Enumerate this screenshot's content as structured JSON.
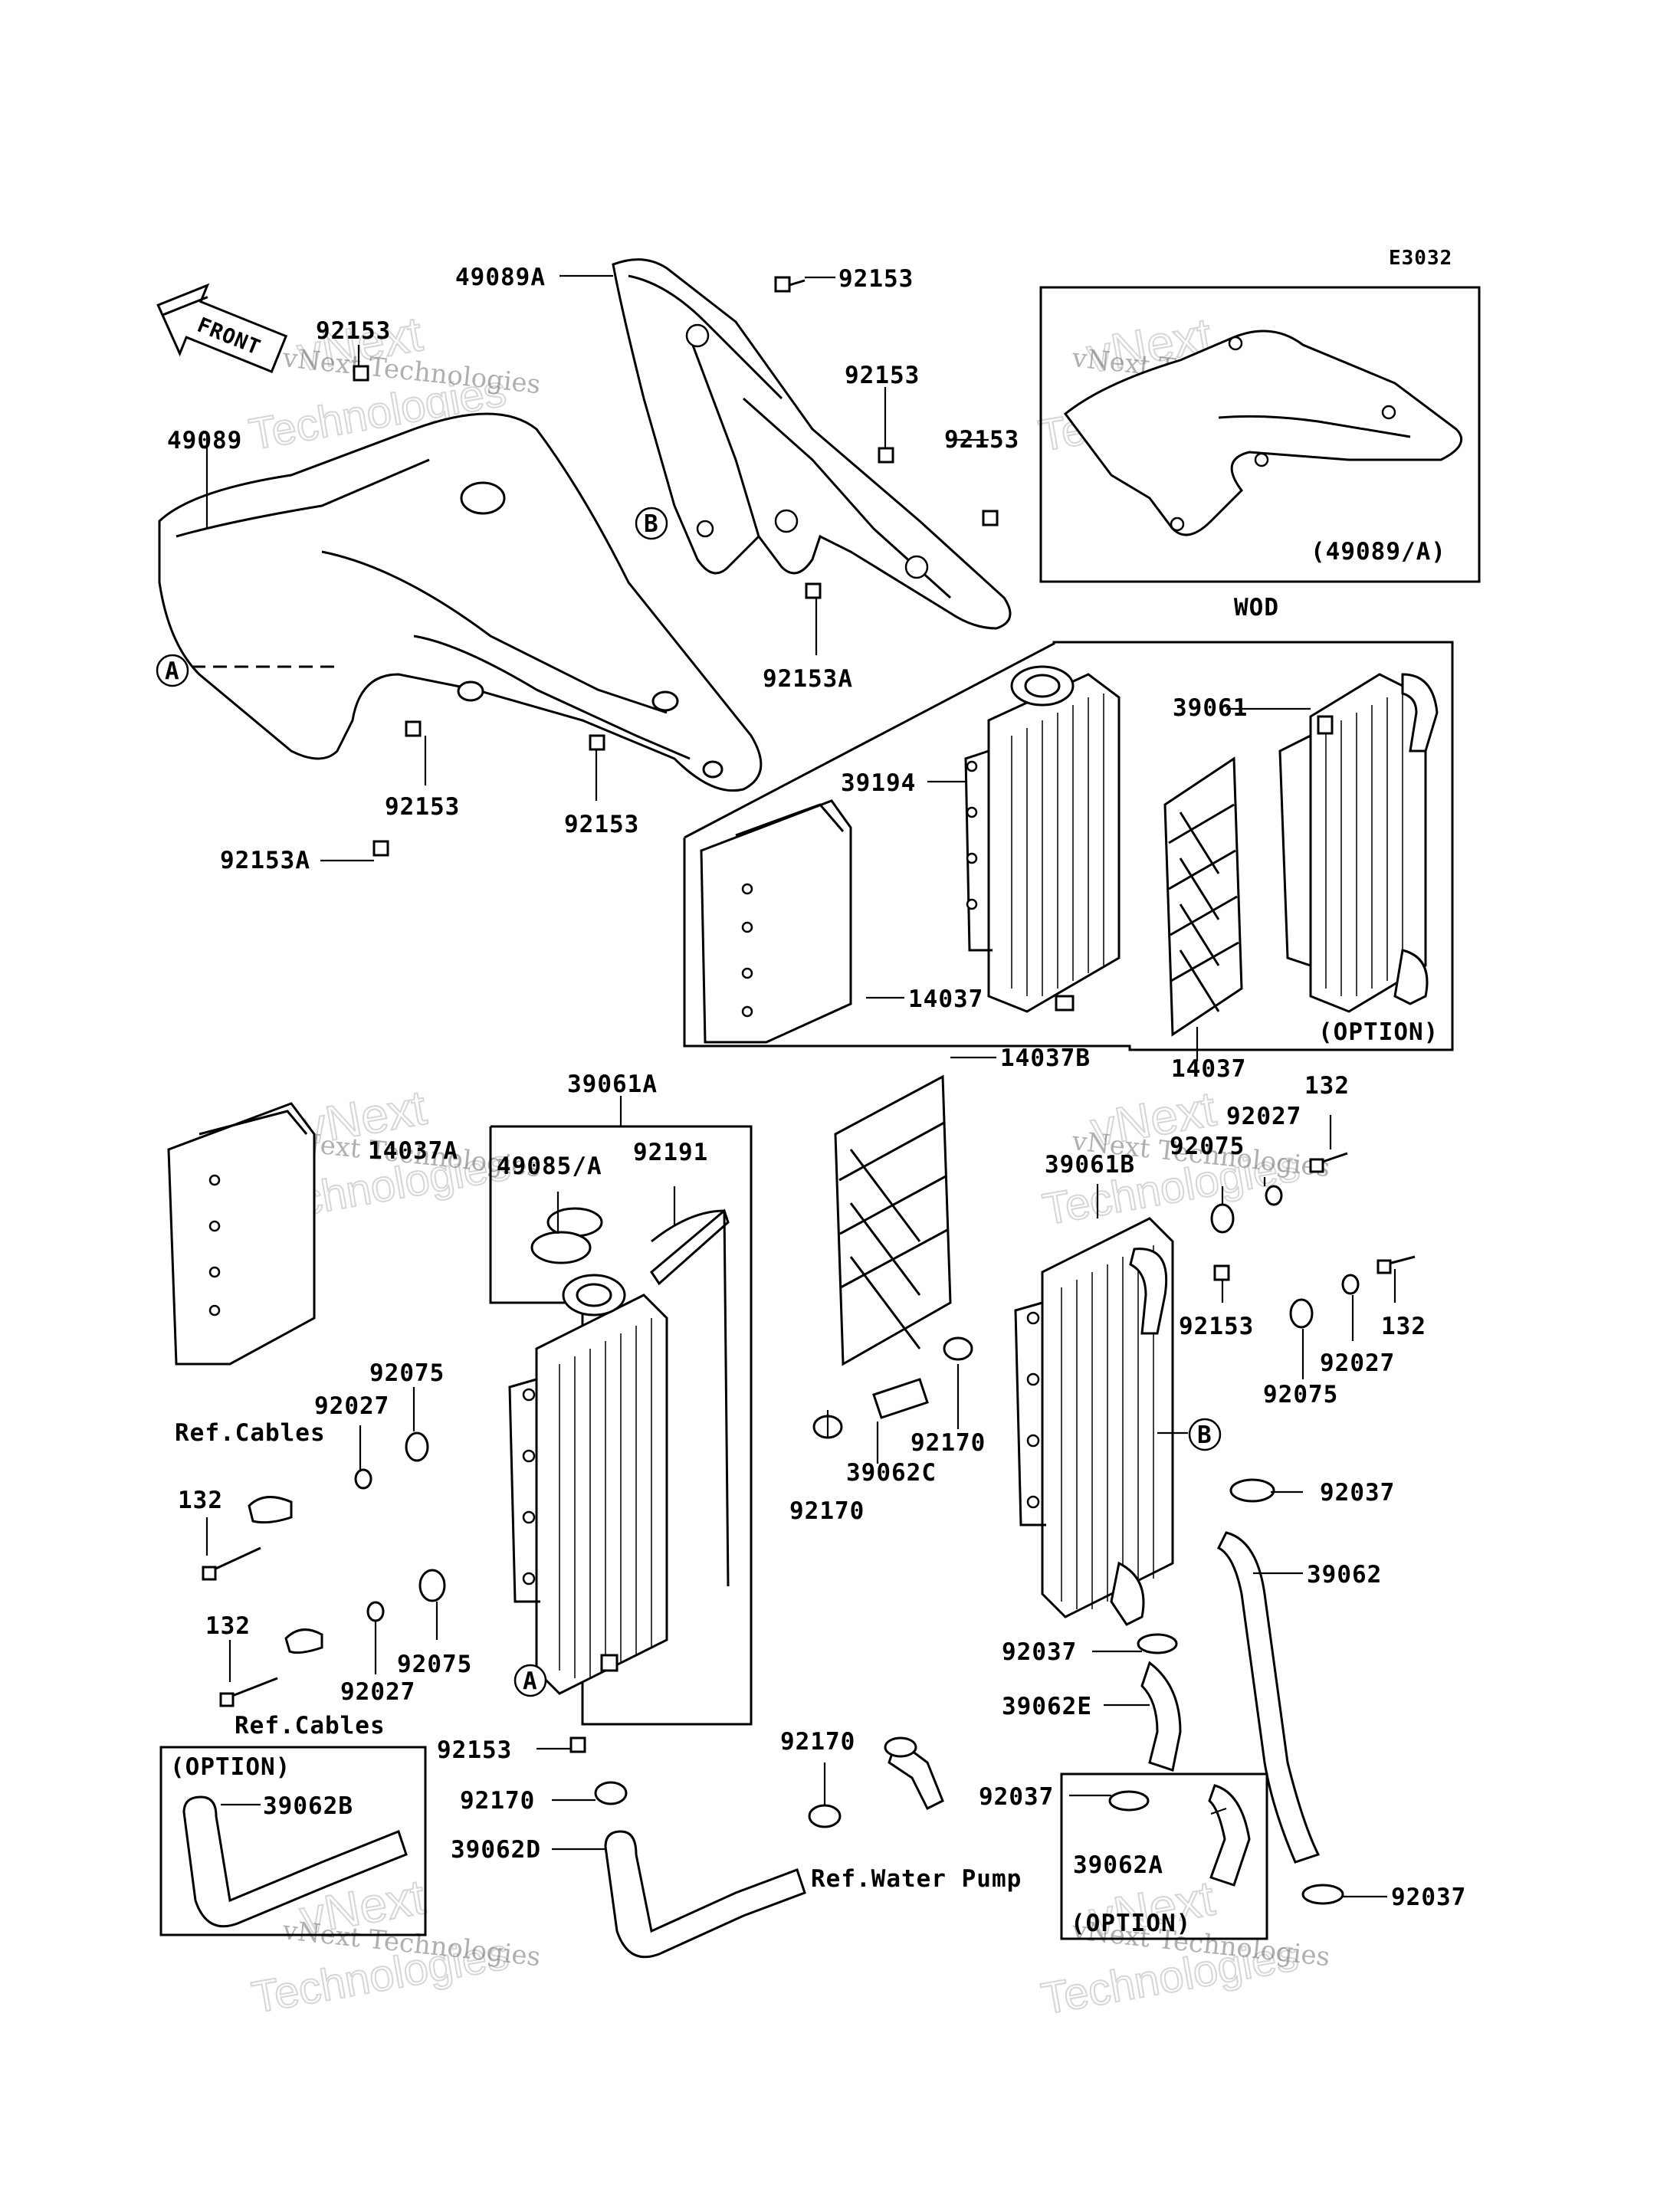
{
  "diagram_id": "E3032",
  "front_arrow": "FRONT",
  "callouts": {
    "A": "A",
    "B": "B"
  },
  "labels": {
    "l49089A": "49089A",
    "l92153_top": "92153",
    "l92153_a": "92153",
    "l92153_b": "92153",
    "l92153_c": "92153",
    "l49089": "49089",
    "l92153A_1": "92153A",
    "l92153_d": "92153",
    "l92153_e": "92153",
    "l92153A_2": "92153A",
    "l39061": "39061",
    "l39194": "39194",
    "l14037_a": "14037",
    "l14037_b": "14037",
    "l39061A": "39061A",
    "l14037B": "14037B",
    "l132_a": "132",
    "l14037A": "14037A",
    "l49085A": "49085/A",
    "l92191": "92191",
    "l92027_a": "92027",
    "l39061B": "39061B",
    "l92075_a": "92075",
    "l92153_f": "92153",
    "l132_b": "132",
    "l92027_b": "92027",
    "l92075_b": "92075",
    "l92075_c": "92075",
    "l92027_c": "92027",
    "l92170_a": "92170",
    "l39062C": "39062C",
    "l92170_b": "92170",
    "l92037_a": "92037",
    "l132_c": "132",
    "l39062": "39062",
    "l132_d": "132",
    "l92075_d": "92075",
    "l92027_d": "92027",
    "l92037_b": "92037",
    "l39062E": "39062E",
    "l92153_g": "92153",
    "l92170_c": "92170",
    "l92170_d": "92170",
    "l92037_c": "92037",
    "l39062D": "39062D",
    "l39062B": "39062B",
    "l39062A": "39062A",
    "l92037_d": "92037"
  },
  "boxes": {
    "wod_inset": "(49089/A)",
    "wod": "WOD",
    "option_1": "(OPTION)",
    "option_2": "(OPTION)",
    "option_3": "(OPTION)"
  },
  "refs": {
    "cables_1": "Ref.Cables",
    "cables_2": "Ref.Cables",
    "water_pump": "Ref.Water Pump"
  },
  "watermark": {
    "line1": "vNext Technologies",
    "line2": "vNext",
    "line3": "Technologies"
  }
}
